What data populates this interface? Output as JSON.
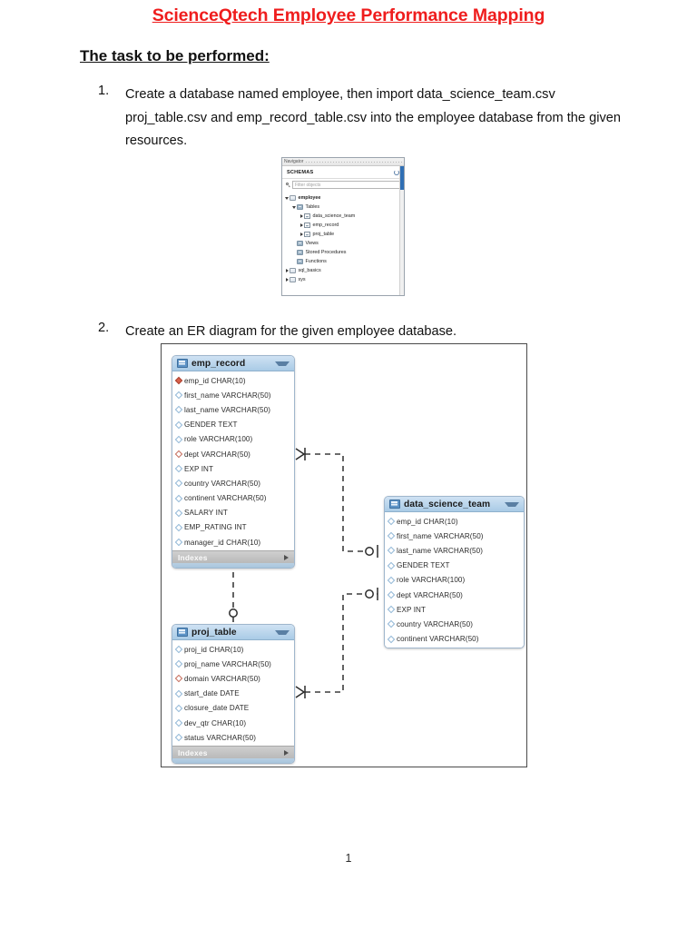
{
  "document": {
    "title": "ScienceQtech Employee Performance Mapping",
    "section_heading": "The task to be performed:",
    "page_number": "1"
  },
  "tasks": [
    {
      "number": "1.",
      "text": "Create a database named employee, then import data_science_team.csv proj_table.csv and emp_record_table.csv into the employee database from the given resources."
    },
    {
      "number": "2.",
      "text": "Create an ER diagram for the given employee database."
    }
  ],
  "navigator": {
    "window_title": "Navigator",
    "schemas_label": "SCHEMAS",
    "refresh_icon": "refresh-icon",
    "search_icon": "search-icon",
    "filter_placeholder": "Filter objects",
    "tree": [
      {
        "label": "employee",
        "level": 0,
        "expanded": true,
        "icon": "database-icon",
        "bold": true
      },
      {
        "label": "Tables",
        "level": 1,
        "expanded": true,
        "icon": "folder-icon",
        "bold": false
      },
      {
        "label": "data_science_team",
        "level": 2,
        "expanded": false,
        "icon": "table-icon",
        "bold": false
      },
      {
        "label": "emp_record",
        "level": 2,
        "expanded": false,
        "icon": "table-icon",
        "bold": false
      },
      {
        "label": "proj_table",
        "level": 2,
        "expanded": false,
        "icon": "table-icon",
        "bold": false
      },
      {
        "label": "Views",
        "level": 1,
        "expanded": null,
        "icon": "folder-icon",
        "bold": false
      },
      {
        "label": "Stored Procedures",
        "level": 1,
        "expanded": null,
        "icon": "folder-icon",
        "bold": false
      },
      {
        "label": "Functions",
        "level": 1,
        "expanded": null,
        "icon": "folder-icon",
        "bold": false
      },
      {
        "label": "sql_basics",
        "level": 0,
        "expanded": false,
        "icon": "database-icon",
        "bold": false
      },
      {
        "label": "sys",
        "level": 0,
        "expanded": false,
        "icon": "database-icon",
        "bold": false
      }
    ]
  },
  "er_diagram": {
    "indexes_label": "Indexes",
    "tables": [
      {
        "name": "emp_record",
        "has_indexes_bar": true,
        "columns": [
          {
            "text": "emp_id CHAR(10)",
            "key": "pk"
          },
          {
            "text": "first_name VARCHAR(50)",
            "key": "none"
          },
          {
            "text": "last_name VARCHAR(50)",
            "key": "none"
          },
          {
            "text": "GENDER TEXT",
            "key": "none"
          },
          {
            "text": "role VARCHAR(100)",
            "key": "none"
          },
          {
            "text": "dept VARCHAR(50)",
            "key": "fk"
          },
          {
            "text": "EXP INT",
            "key": "none"
          },
          {
            "text": "country VARCHAR(50)",
            "key": "none"
          },
          {
            "text": "continent VARCHAR(50)",
            "key": "none"
          },
          {
            "text": "SALARY INT",
            "key": "none"
          },
          {
            "text": "EMP_RATING INT",
            "key": "none"
          },
          {
            "text": "manager_id CHAR(10)",
            "key": "none"
          }
        ]
      },
      {
        "name": "data_science_team",
        "has_indexes_bar": false,
        "columns": [
          {
            "text": "emp_id CHAR(10)",
            "key": "none"
          },
          {
            "text": "first_name VARCHAR(50)",
            "key": "none"
          },
          {
            "text": "last_name VARCHAR(50)",
            "key": "none"
          },
          {
            "text": "GENDER TEXT",
            "key": "none"
          },
          {
            "text": "role VARCHAR(100)",
            "key": "none"
          },
          {
            "text": "dept VARCHAR(50)",
            "key": "none"
          },
          {
            "text": "EXP INT",
            "key": "none"
          },
          {
            "text": "country VARCHAR(50)",
            "key": "none"
          },
          {
            "text": "continent VARCHAR(50)",
            "key": "none"
          }
        ]
      },
      {
        "name": "proj_table",
        "has_indexes_bar": true,
        "columns": [
          {
            "text": "proj_id CHAR(10)",
            "key": "none"
          },
          {
            "text": "proj_name VARCHAR(50)",
            "key": "none"
          },
          {
            "text": "domain VARCHAR(50)",
            "key": "fk"
          },
          {
            "text": "start_date DATE",
            "key": "none"
          },
          {
            "text": "closure_date DATE",
            "key": "none"
          },
          {
            "text": "dev_qtr CHAR(10)",
            "key": "none"
          },
          {
            "text": "status VARCHAR(50)",
            "key": "none"
          }
        ]
      }
    ]
  },
  "colors": {
    "title_red": "#ef1d1d",
    "table_header_blue": "#a9cbe6",
    "pk_diamond": "#d8604a",
    "indexes_bar_gray": "#bdbdbd"
  }
}
